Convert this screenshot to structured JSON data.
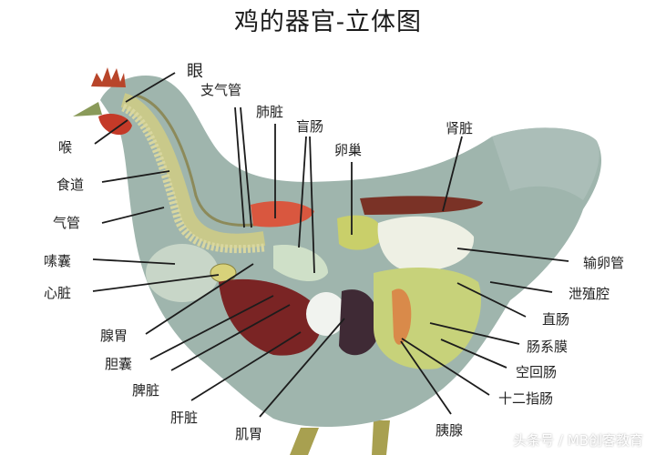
{
  "title": "鸡的器官-立体图",
  "watermark": "头条号 / MB创客教育",
  "colors": {
    "body": "#9fb5ad",
    "body_dark": "#7e9890",
    "comb": "#b8452a",
    "wattle": "#c43a28",
    "lung": "#d9573f",
    "liver": "#7a2424",
    "kidney": "#7a3226",
    "gizzard": "#3f2a35",
    "ovary": "#c9cf6a",
    "intestine": "#c7d27a",
    "oviduct": "#eef0e4",
    "legs": "#a8a050",
    "leader": "#1c1c1c"
  },
  "labels": {
    "eye": "眼",
    "bronchus": "支气管",
    "lung": "肺脏",
    "cecum": "盲肠",
    "ovary": "卵巢",
    "kidney": "肾脏",
    "larynx": "喉",
    "esophagus": "食道",
    "trachea": "气管",
    "crop": "嗉囊",
    "heart": "心脏",
    "proventriculus": "腺胃",
    "gallbladder": "胆囊",
    "spleen": "脾脏",
    "liver": "肝脏",
    "gizzard": "肌胃",
    "pancreas": "胰腺",
    "oviduct": "输卵管",
    "cloaca": "泄殖腔",
    "rectum": "直肠",
    "mesentery": "肠系膜",
    "jejunum_ileum": "空回肠",
    "duodenum": "十二指肠"
  }
}
